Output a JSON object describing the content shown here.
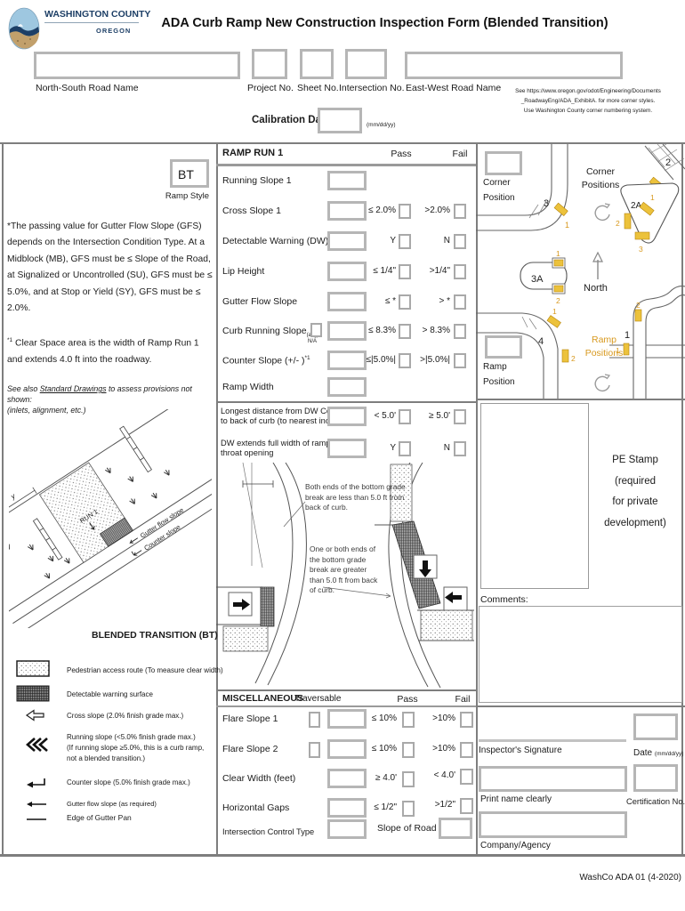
{
  "header": {
    "logo_org": "WASHINGTON COUNTY",
    "logo_state": "OREGON",
    "title": "ADA Curb Ramp New Construction Inspection Form (Blended Transition)",
    "field_labels": {
      "ns_road": "North-South Road Name",
      "project": "Project No.",
      "sheet": "Sheet No.",
      "intersection": "Intersection No.",
      "ew_road": "East-West Road Name"
    },
    "corner_note_line1": "See https://www.oregon.gov/odot/Engineering/Documents",
    "corner_note_line2": "_RoadwayEng/ADA_ExhibitA. for more corner styles.",
    "corner_note_line3": "Use Washington County corner numbering system.",
    "calibration_label": "Calibration Date",
    "calibration_format": "(mm/dd/yy)"
  },
  "left": {
    "ramp_style_value": "BT",
    "ramp_style_label": "Ramp Style",
    "gfs_note": "*The passing value for Gutter Flow Slope (GFS) depends on the Intersection Condition Type.  At a Midblock (MB), GFS must be ≤ Slope of the Road, at Signalized or Uncontrolled (SU), GFS must be ≤ 5.0%, and at Stop or Yield (SY), GFS must be ≤ 2.0%.",
    "clear_space_sup": "*1",
    "clear_space_note": " Clear Space area is the width of Ramp Run 1 and extends 4.0 ft into the roadway.",
    "see_also_prefix": "See also ",
    "see_also_link": "Standard Drawings",
    "see_also_suffix": " to assess provisions not shown:",
    "see_also_line2": "(inlets, alignment, etc.)",
    "diagram": {
      "run_label": "RUN 1",
      "gutter_label": "Gutter flow slope",
      "counter_label": "Counter slope",
      "dim_label": "y",
      "caption": "BLENDED TRANSITION (BT)"
    },
    "legend": [
      {
        "label": "Pedestrian access route (To measure clear width)"
      },
      {
        "label": "Detectable warning surface"
      },
      {
        "label": "Cross slope (2.0% finish grade max.)"
      },
      {
        "label_line1": "Running slope (<5.0% finish grade max.)",
        "label_line2": "(If running slope ≥5.0%, this is a curb ramp,",
        "label_line3": "not a blended transition.)"
      },
      {
        "label": "Counter slope (5.0% finish grade max.)"
      },
      {
        "label": "Gutter flow slope (as required)"
      },
      {
        "label": "Edge of Gutter Pan"
      }
    ]
  },
  "ramp_run": {
    "title": "RAMP RUN 1",
    "pass_header": "Pass",
    "fail_header": "Fail",
    "rows": [
      {
        "label": "Running Slope 1"
      },
      {
        "label": "Cross Slope 1",
        "pass_cond": "≤ 2.0%",
        "fail_cond": ">2.0%"
      },
      {
        "label": "Detectable Warning (DW)",
        "pass_cond": "Y",
        "fail_cond": "N"
      },
      {
        "label": "Lip  Height",
        "pass_cond": "≤ 1/4\"",
        "fail_cond": ">1/4\""
      },
      {
        "label": "Gutter Flow Slope",
        "pass_cond": "≤ *",
        "fail_cond": "> *"
      },
      {
        "label": "Curb Running Slope",
        "sub": "(avg)",
        "na_label": "N/A",
        "pass_cond": "≤ 8.3%",
        "fail_cond": "> 8.3%"
      },
      {
        "label": "Counter Slope (+/- )",
        "sup": "*1",
        "pass_cond": "≤|5.0%|",
        "fail_cond": ">|5.0%|"
      },
      {
        "label": "Ramp Width"
      }
    ]
  },
  "dw_section": {
    "rows": [
      {
        "label_line1": "Longest distance from DW Corner",
        "label_line2": "to back of curb (to nearest inch)",
        "pass_cond": "< 5.0'",
        "fail_cond": "≥ 5.0'"
      },
      {
        "label_line1": "DW extends full width of ramp",
        "label_line2": "throat opening",
        "pass_cond": "Y",
        "fail_cond": "N"
      }
    ],
    "diagram_note_left": "Both ends of the bottom grade break are less than 5.0 ft from back of curb.",
    "diagram_note_right": "One or both ends of the bottom grade break are greater than 5.0 ft from back of curb."
  },
  "misc": {
    "title": "MISCELLANEOUS",
    "traversable_header": "Traversable",
    "pass_header": "Pass",
    "fail_header": "Fail",
    "rows": [
      {
        "label": "Flare Slope 1",
        "pass_cond": "≤ 10%",
        "fail_cond": ">10%"
      },
      {
        "label": "Flare Slope 2",
        "pass_cond": "≤ 10%",
        "fail_cond": ">10%"
      },
      {
        "label": "Clear Width (feet)",
        "pass_cond": "≥ 4.0'",
        "fail_cond": "< 4.0'"
      },
      {
        "label": "Horizontal Gaps",
        "pass_cond": "≤ 1/2\"",
        "fail_cond": ">1/2\""
      },
      {
        "label": "Intersection Control Type",
        "slope_label": "Slope of Road"
      }
    ]
  },
  "right": {
    "corner_position_line1": "Corner",
    "corner_position_line2": "Position",
    "ramp_position_line1": "Ramp",
    "ramp_position_line2": "Position",
    "diagram": {
      "corner_positions_line1": "Corner",
      "corner_positions_line2": "Positions",
      "north_label": "North",
      "ramp_positions_line1": "Ramp",
      "ramp_positions_line2": "Positions",
      "accent_color": "#d8991f",
      "numbers": {
        "c1": "1",
        "c2": "2",
        "c2a": "2A",
        "c3": "3",
        "c3a": "3A",
        "c4": "4",
        "r3_1": "1",
        "r2_1": "1",
        "r2a_1": "1",
        "r2a_2": "2",
        "r2a_3": "3",
        "r3a_1": "1",
        "r3a_2": "2",
        "r4_1": "1",
        "r4_2": "2",
        "r1_1": "1",
        "r1_2": "2"
      }
    },
    "pe_stamp_line1": "PE Stamp",
    "pe_stamp_line2": "(required",
    "pe_stamp_line3": "for private",
    "pe_stamp_line4": "development)",
    "comments_label": "Comments:",
    "signature": {
      "inspectors_signature": "Inspector's Signature",
      "date_label": "Date",
      "date_format": "(mm/dd/yy)",
      "print_name": "Print name clearly",
      "certification": "Certification No.",
      "company": "Company/Agency"
    }
  },
  "footer": "WashCo ADA 01 (4-2020)"
}
